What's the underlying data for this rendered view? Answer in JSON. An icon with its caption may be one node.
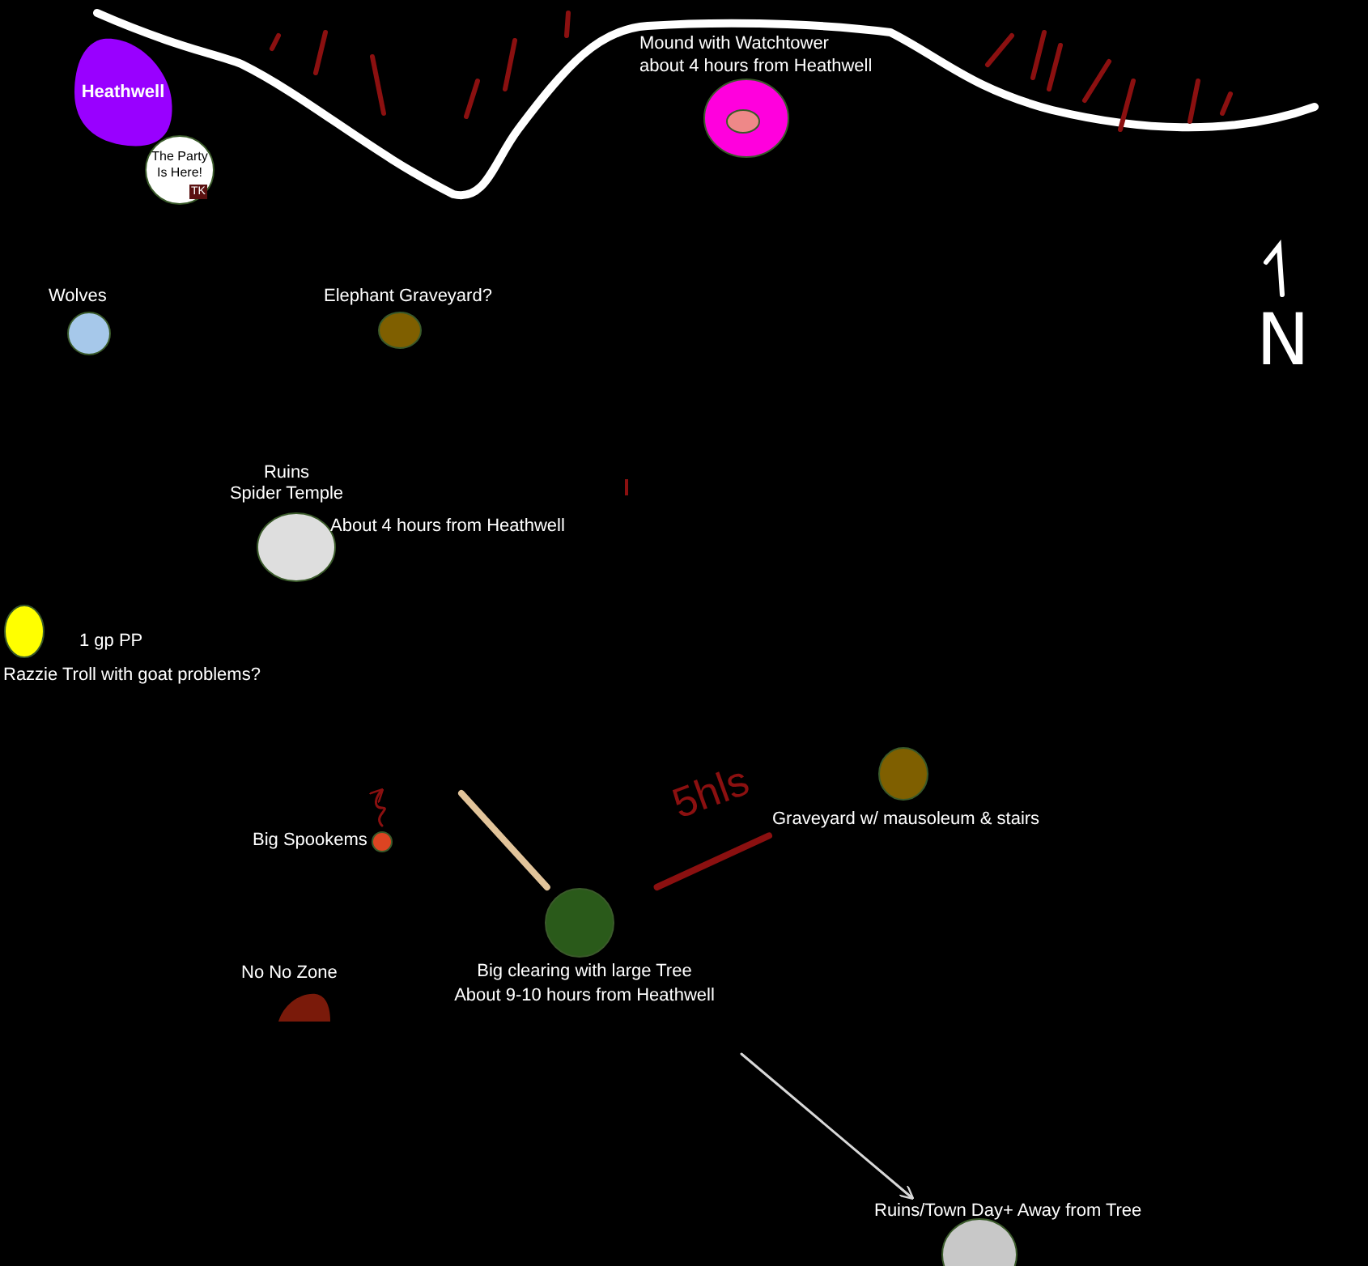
{
  "diagram": {
    "nodes": [
      {
        "text": [
          "Heathwell"
        ]
      },
      {
        "text": [
          "The Party Is Here!"
        ]
      },
      {
        "text": [
          "Mound with Watchtower",
          "about 4 hours from Heathwell"
        ]
      },
      {
        "text": [
          "Wolves"
        ]
      },
      {
        "text": [
          "Elephant Graveyard?"
        ]
      },
      {
        "text": [
          "Ruins",
          "Spider Temple"
        ],
        "beside": [
          "About 4 hours from Heathwell"
        ]
      },
      {
        "text": [
          "Razzie Troll with goat problems?"
        ],
        "beside": [
          "1 gp PP"
        ]
      },
      {
        "text": [
          "Graveyard w/ mausoleum & stairs"
        ]
      },
      {
        "text": [
          "Big Spookems"
        ]
      },
      {
        "text": [
          "Big clearing with large Tree",
          "About 9-10 hours from Heathwell"
        ]
      },
      {
        "text": [
          "No No Zone"
        ]
      },
      {
        "text": [
          "Ruins/Town Day+ Away from Tree"
        ]
      }
    ],
    "edges": [
      {
        "from": null,
        "to": 9,
        "arrow": "none",
        "style": "thick",
        "color": "#e2c49a"
      },
      {
        "from": 9,
        "to": 7,
        "arrow": "none",
        "label": "5hls",
        "style": "thick",
        "color": "#8b1010"
      },
      {
        "from": null,
        "to": 11,
        "arrow": "to",
        "color": "#d8d8d8"
      },
      {
        "from": 8,
        "to": null,
        "arrow": "to",
        "color": "#8b1010"
      }
    ],
    "labels": [
      "TK",
      "N"
    ]
  }
}
